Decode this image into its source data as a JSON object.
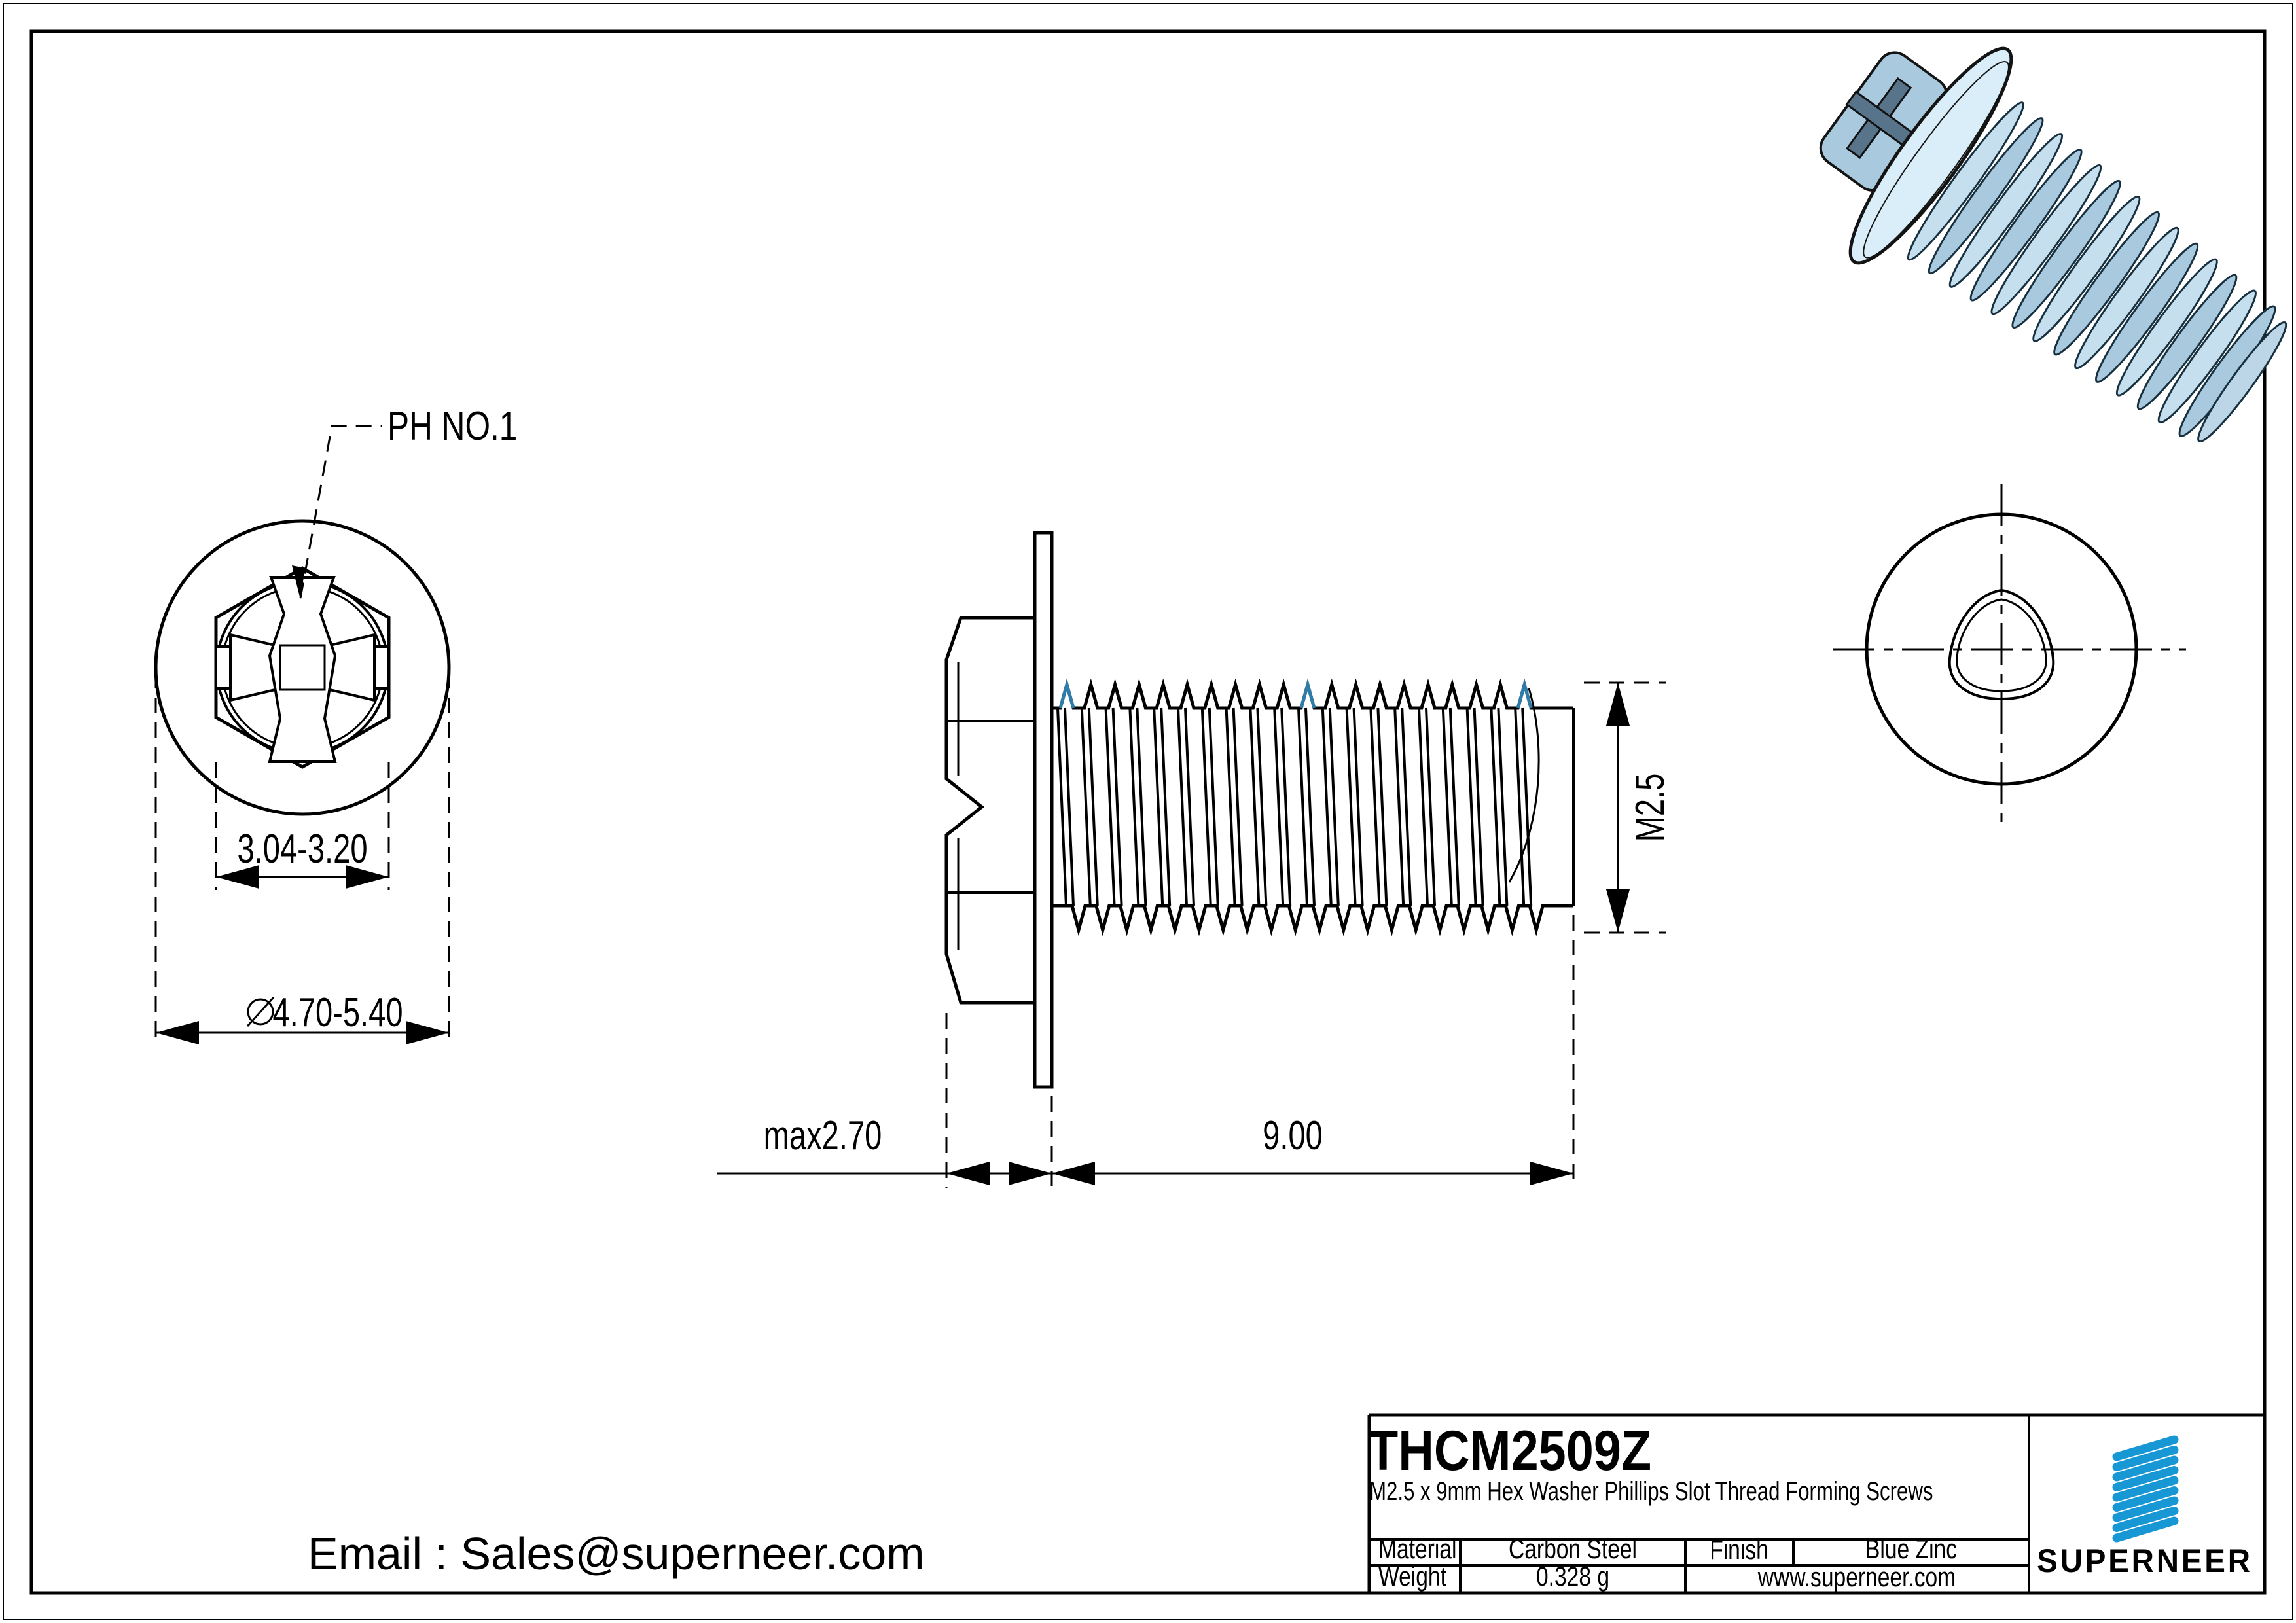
{
  "sheet": {
    "background": "#ffffff",
    "line_color": "#000000",
    "thread_tick_color": "#2e7ca8",
    "render_body_color": "#d9eef9",
    "render_shade_color": "#a9c9de"
  },
  "front_view": {
    "callout": "PH NO.1",
    "across_flats_dim": "3.04-3.20",
    "flange_dia_symbol": "⌀",
    "flange_dia_dim": "4.70-5.40"
  },
  "side_view": {
    "head_length_dim": "max2.70",
    "thread_length_dim": "9.00",
    "thread_size_dim": "M2.5"
  },
  "contact": {
    "email": "Email : Sales@superneer.com"
  },
  "title_block": {
    "part_number": "THCM2509Z",
    "description": "M2.5 x 9mm Hex Washer Phillips Slot Thread Forming  Screws",
    "material_label": "Material",
    "material_value": "Carbon Steel",
    "finish_label": "Finish",
    "finish_value": "Blue Zinc",
    "weight_label": "Weight",
    "weight_value": "0.328 g",
    "website": "www.superneer.com",
    "brand_name": "SUPERNEER",
    "brand_color": "#1797d4",
    "link_color": "#1b9be4"
  }
}
